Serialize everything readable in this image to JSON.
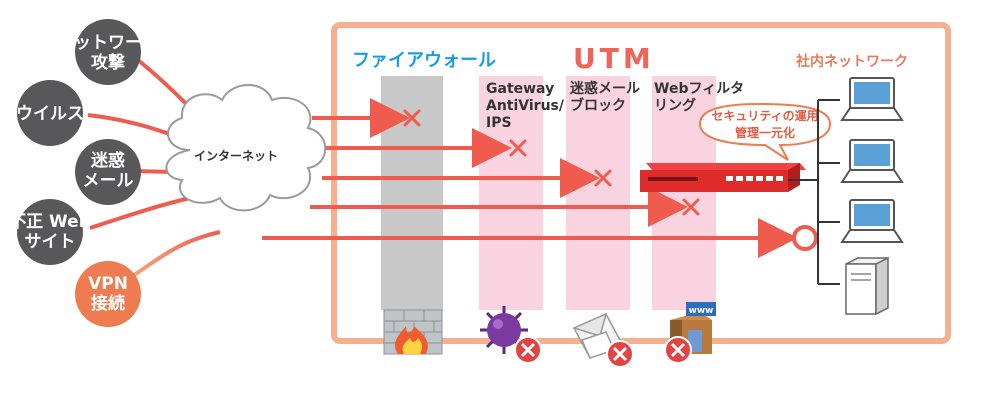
{
  "threats": [
    {
      "line1": "ネットワーク",
      "line2": "攻撃",
      "tone": "dark"
    },
    {
      "line1": "ウイルス",
      "line2": "",
      "tone": "dark"
    },
    {
      "line1": "迷惑",
      "line2": "メール",
      "tone": "dark"
    },
    {
      "line1": "不正 Web",
      "line2": "サイト",
      "tone": "dark"
    },
    {
      "line1": "VPN",
      "line2": "接続",
      "tone": "accent"
    }
  ],
  "internet_label": "インターネット",
  "firewall_label": "ファイアウォール",
  "utm_label": "UTM",
  "columns": [
    {
      "lines": [
        "Gateway",
        "AntiVirus/",
        "IPS"
      ]
    },
    {
      "lines": [
        "迷惑メール",
        "ブロック"
      ]
    },
    {
      "lines": [
        "Webフィルタ",
        "リング"
      ]
    }
  ],
  "network_label": "社内ネットワーク",
  "bubble": {
    "line1": "セキュリティの運用",
    "line2": "管理一元化"
  },
  "icons": [
    "brick-fire-wall-icon",
    "virus-icon",
    "spam-mail-icon",
    "www-building-icon",
    "block-badge-icon",
    "utm-appliance-icon",
    "laptop-icon",
    "server-tower-icon"
  ],
  "colors": {
    "orange_frame": "#f7b08e",
    "arrow_red": "#ef5c4e",
    "firewall_band": "#c8c8c8",
    "utm_band": "#f9d3e0",
    "dark_circle": "#58585a",
    "accent_circle": "#ef7b50",
    "utm_red": "#e02b2b",
    "blue_title": "#1a9de0"
  }
}
